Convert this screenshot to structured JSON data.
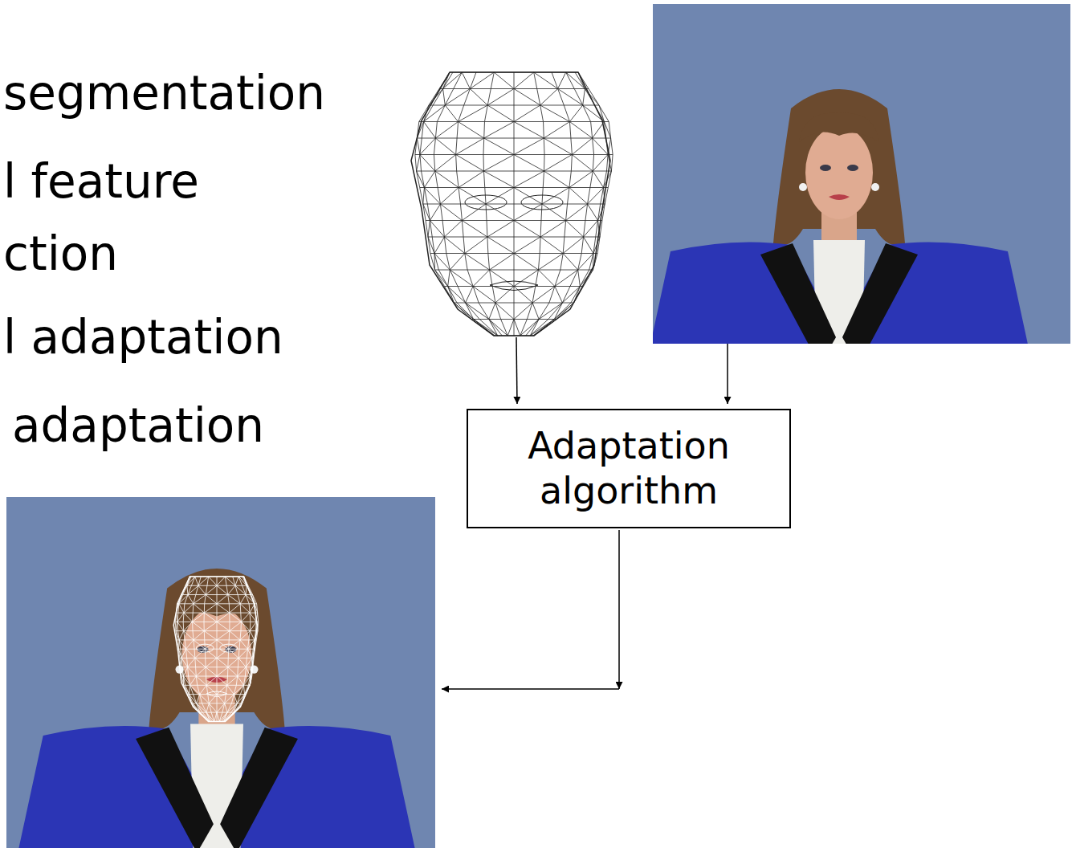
{
  "diagram": {
    "nodes": [
      {
        "text": [
          "Adaptation algorithm"
        ]
      }
    ],
    "labels": [
      "segmentation",
      "l feature",
      "ction",
      "l adaptation",
      "adaptation"
    ]
  }
}
